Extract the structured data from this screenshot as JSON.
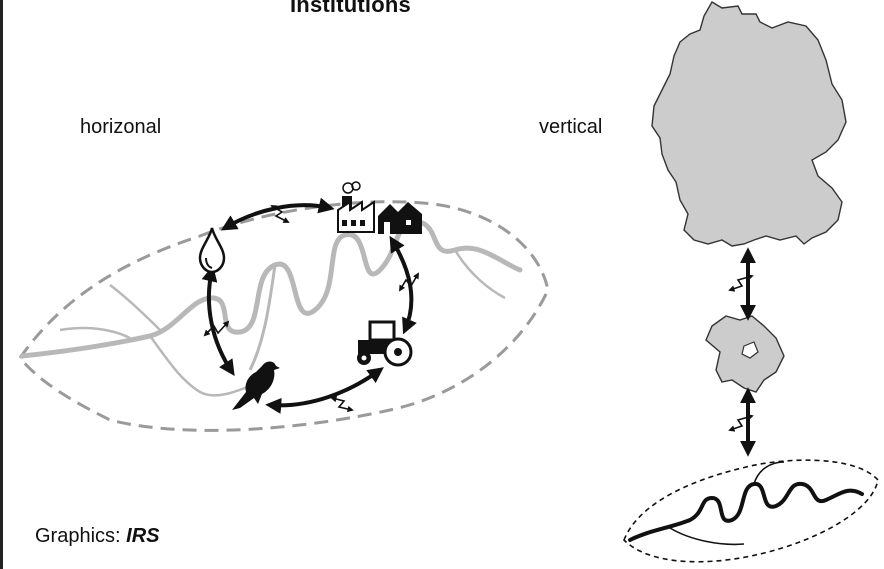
{
  "title": "Institutions",
  "labels": {
    "horizontal": "horizonal",
    "vertical": "vertical"
  },
  "credit": {
    "prefix": "Graphics: ",
    "source": "IRS"
  },
  "colors": {
    "river_gray": "#b8b8b8",
    "boundary_dash": "#9a9a9a",
    "map_fill": "#cccccc",
    "ink": "#111111"
  },
  "icons": [
    "factory-icon",
    "houses-icon",
    "water-drop-icon",
    "tractor-icon",
    "bird-icon",
    "double-arrow-icon",
    "zigzag-conflict-icon",
    "germany-map",
    "brandenburg-map",
    "river-basin-map"
  ]
}
